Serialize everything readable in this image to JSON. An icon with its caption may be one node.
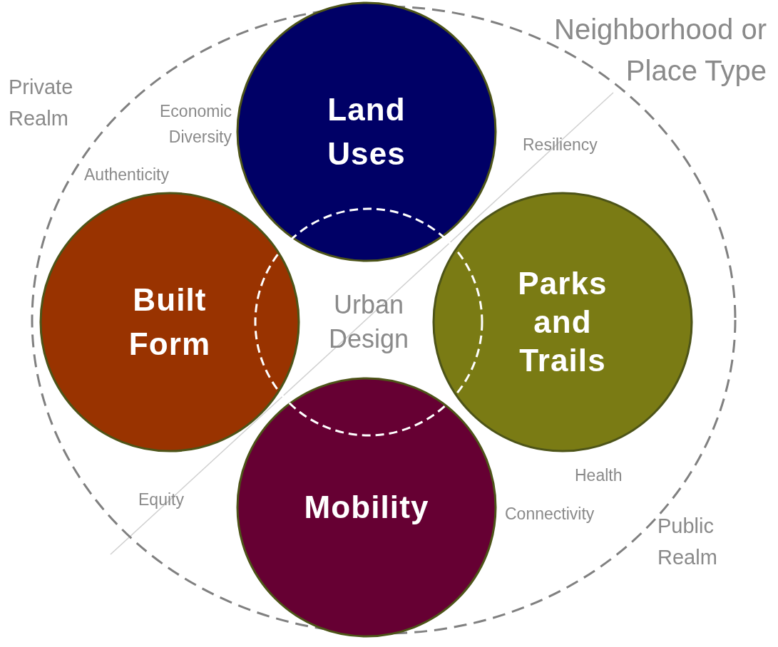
{
  "diagram": {
    "nodes": [
      {
        "text": [
          "Land Uses"
        ]
      },
      {
        "text": [
          "Built Form"
        ]
      },
      {
        "text": [
          "Parks and Trails"
        ]
      },
      {
        "text": [
          "Mobility"
        ]
      },
      {
        "text": [
          "Urban Design"
        ]
      }
    ],
    "labels": [
      "Neighborhood or Place Type",
      "Private Realm",
      "Economic Diversity",
      "Authenticity",
      "Resiliency",
      "Health",
      "Connectivity",
      "Public Realm",
      "Equity"
    ]
  }
}
